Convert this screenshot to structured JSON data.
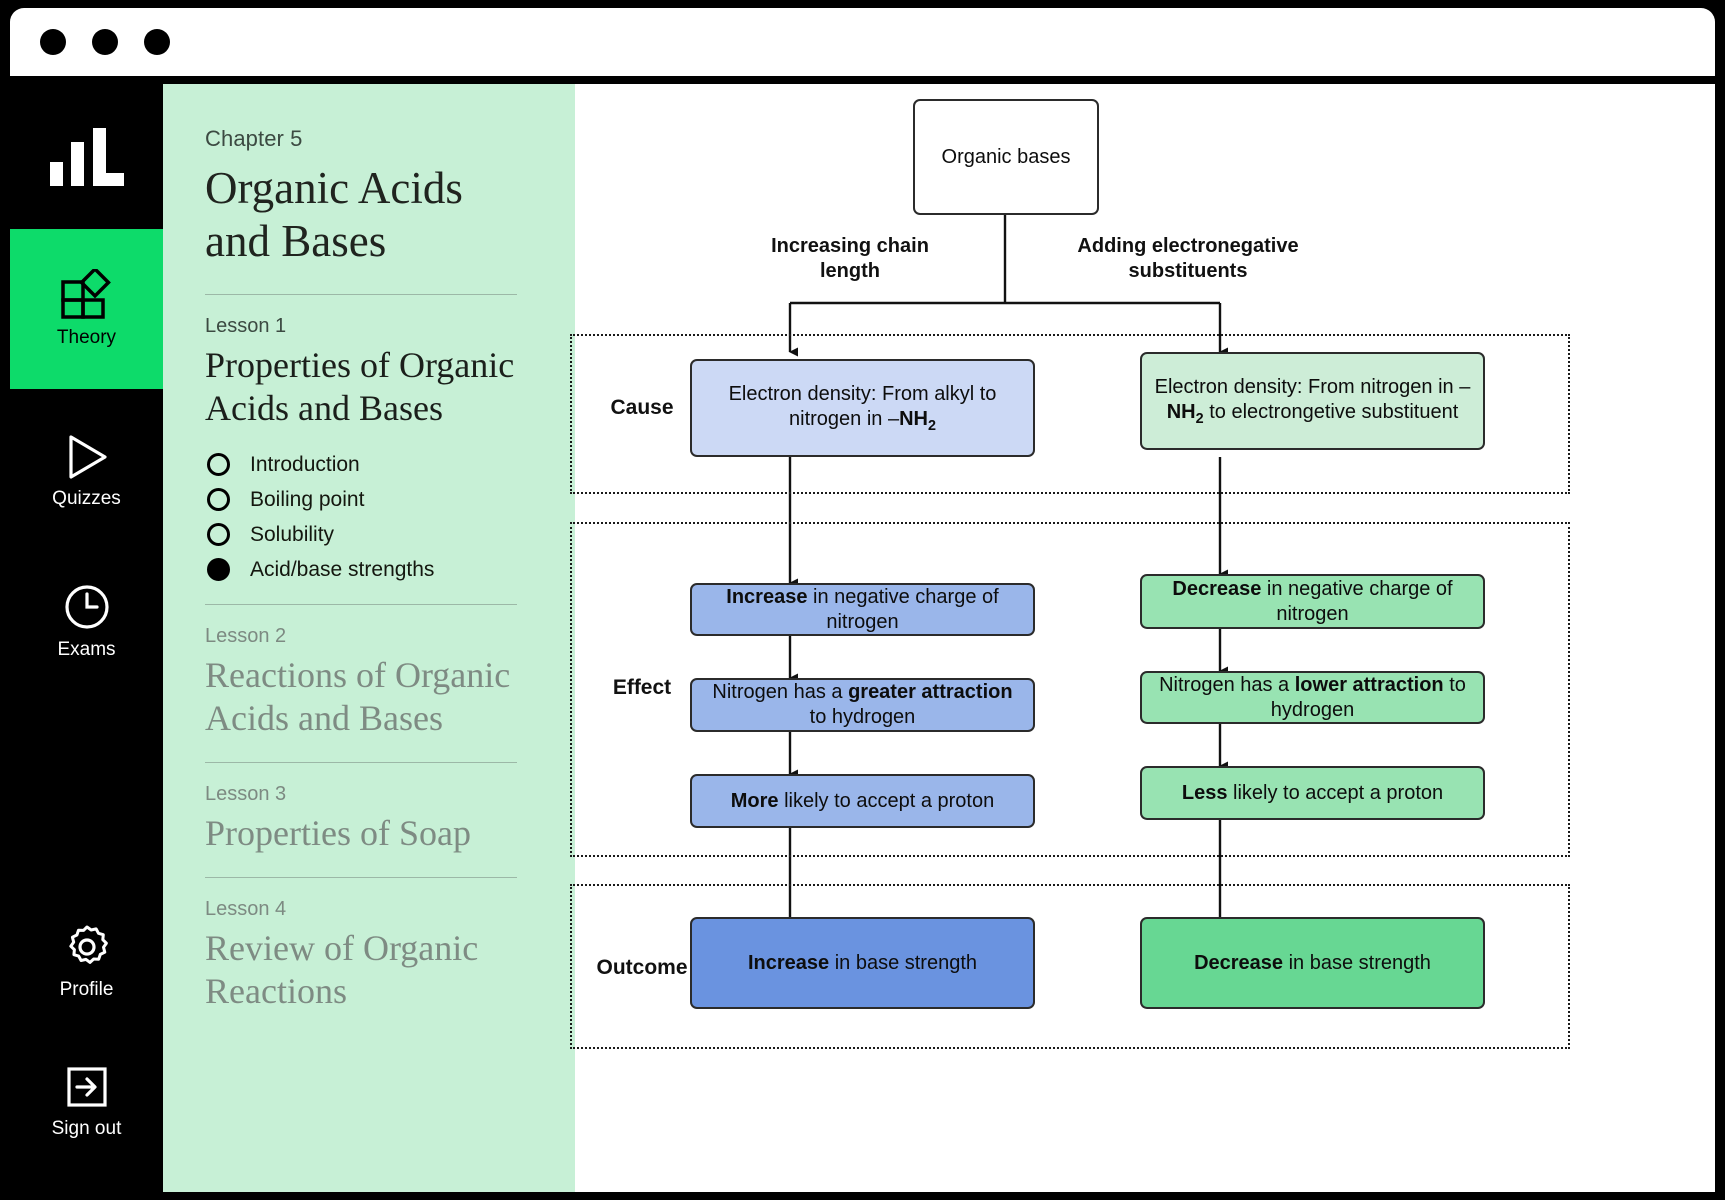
{
  "window": {
    "traffic_lights": [
      "close-dot",
      "minimize-dot",
      "maximize-dot"
    ]
  },
  "sidebar": {
    "logo": "bar-chart-logo",
    "items": [
      {
        "label": "Theory",
        "icon": "theory-blocks-icon",
        "active": true
      },
      {
        "label": "Quizzes",
        "icon": "play-triangle-icon",
        "active": false
      },
      {
        "label": "Exams",
        "icon": "clock-icon",
        "active": false
      },
      {
        "label": "Profile",
        "icon": "gear-icon",
        "active": false
      },
      {
        "label": "Sign out",
        "icon": "sign-out-icon",
        "active": false
      }
    ]
  },
  "panel": {
    "chapter_eyebrow": "Chapter 5",
    "chapter_title": "Organic Acids and Bases",
    "lessons": [
      {
        "eyebrow": "Lesson 1",
        "title": "Properties of Organic Acids and Bases",
        "active": true,
        "topics": [
          {
            "label": "Introduction",
            "selected": false
          },
          {
            "label": "Boiling point",
            "selected": false
          },
          {
            "label": "Solubility",
            "selected": false
          },
          {
            "label": "Acid/base strengths",
            "selected": true
          }
        ]
      },
      {
        "eyebrow": "Lesson 2",
        "title": "Reactions of Organic Acids and Bases",
        "active": false,
        "topics": []
      },
      {
        "eyebrow": "Lesson 3",
        "title": "Properties of Soap",
        "active": false,
        "topics": []
      },
      {
        "eyebrow": "Lesson 4",
        "title": "Review of Organic Reactions",
        "active": false,
        "topics": []
      }
    ]
  },
  "diagram": {
    "root_label": "Organic bases",
    "branch_labels": {
      "left": "Increasing chain length",
      "right": "Adding electronegative substituents"
    },
    "row_labels": {
      "cause": "Cause",
      "effect": "Effect",
      "outcome": "Outcome"
    },
    "colors": {
      "cause_blue": "#ccd9f5",
      "cause_green": "#cdedd7",
      "effect_blue": "#9ab6ea",
      "effect_green": "#98e3b2",
      "outcome_blue": "#6a93e0",
      "outcome_green": "#67d793",
      "accent_green": "#0ddb6a",
      "panel_green": "#c7f0d6"
    },
    "nodes": {
      "cause_left_prefix": "Electron density: From alkyl to nitrogen in –",
      "cause_left_formula": "NH",
      "cause_left_sub": "2",
      "cause_right_line1_prefix": "Electron density: From nitrogen in –",
      "cause_right_formula": "NH",
      "cause_right_sub": "2",
      "cause_right_line2": "to electrongetive substituent",
      "effect_left_1_bold": "Increase",
      "effect_left_1_rest": " in negative charge of nitrogen",
      "effect_left_2_pre": "Nitrogen has a ",
      "effect_left_2_bold": "greater attraction",
      "effect_left_2_post": " to hydrogen",
      "effect_left_3_bold": "More",
      "effect_left_3_rest": " likely to accept a proton",
      "effect_right_1_bold": "Decrease",
      "effect_right_1_rest": " in negative charge of nitrogen",
      "effect_right_2_pre": "Nitrogen has a ",
      "effect_right_2_bold": "lower attraction",
      "effect_right_2_post": " to hydrogen",
      "effect_right_3_bold": "Less",
      "effect_right_3_rest": " likely to accept a proton",
      "outcome_left_bold": "Increase",
      "outcome_left_rest": " in base strength",
      "outcome_right_bold": "Decrease",
      "outcome_right_rest": " in base strength"
    }
  }
}
